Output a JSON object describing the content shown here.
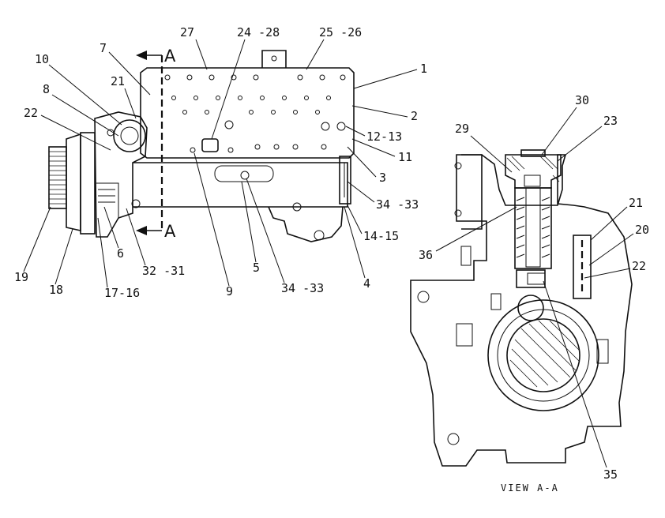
{
  "section_marker": "A",
  "view_caption": "VIEW A-A",
  "callouts": [
    {
      "label": "27"
    },
    {
      "label": "24 -28"
    },
    {
      "label": "25 -26"
    },
    {
      "label": "1"
    },
    {
      "label": "7"
    },
    {
      "label": "10"
    },
    {
      "label": "8"
    },
    {
      "label": "21"
    },
    {
      "label": "22"
    },
    {
      "label": "2"
    },
    {
      "label": "12-13"
    },
    {
      "label": "11"
    },
    {
      "label": "3"
    },
    {
      "label": "34 -33"
    },
    {
      "label": "14-15"
    },
    {
      "label": "4"
    },
    {
      "label": "5"
    },
    {
      "label": "34 -33"
    },
    {
      "label": "9"
    },
    {
      "label": "32 -31"
    },
    {
      "label": "6"
    },
    {
      "label": "17-16"
    },
    {
      "label": "18"
    },
    {
      "label": "19"
    },
    {
      "label": "30"
    },
    {
      "label": "29"
    },
    {
      "label": "23"
    },
    {
      "label": "21"
    },
    {
      "label": "20"
    },
    {
      "label": "22"
    },
    {
      "label": "36"
    },
    {
      "label": "35"
    }
  ]
}
